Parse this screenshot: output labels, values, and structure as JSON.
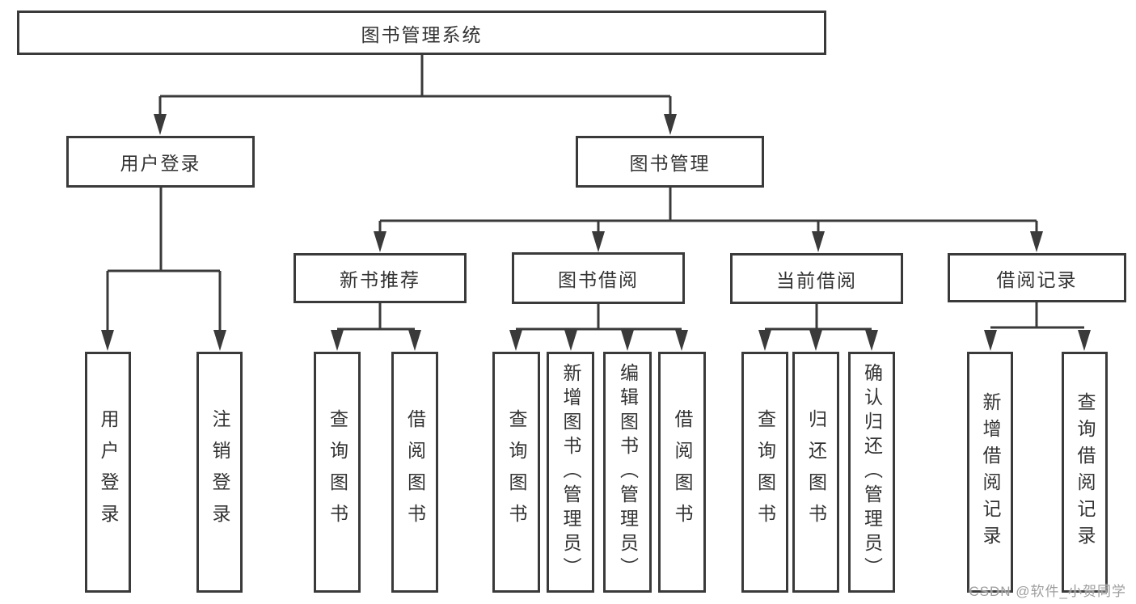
{
  "tree": {
    "label": "图书管理系统",
    "children": [
      {
        "label": "用户登录",
        "children": [
          {
            "label": "用户登录"
          },
          {
            "label": "注销登录"
          }
        ]
      },
      {
        "label": "图书管理",
        "children": [
          {
            "label": "新书推荐",
            "children": [
              {
                "label": "查询图书"
              },
              {
                "label": "借阅图书"
              }
            ]
          },
          {
            "label": "图书借阅",
            "children": [
              {
                "label": "查询图书"
              },
              {
                "label": "新增图书（管理员）"
              },
              {
                "label": "编辑图书（管理员）"
              },
              {
                "label": "借阅图书"
              }
            ]
          },
          {
            "label": "当前借阅",
            "children": [
              {
                "label": "查询图书"
              },
              {
                "label": "归还图书"
              },
              {
                "label": "确认归还（管理员）"
              }
            ]
          },
          {
            "label": "借阅记录",
            "children": [
              {
                "label": "新增借阅记录"
              },
              {
                "label": "查询借阅记录"
              }
            ]
          }
        ]
      }
    ]
  },
  "watermark": {
    "text": "CSDN @软件_小贺同学"
  },
  "colors": {
    "line": "#3a3a3a",
    "text": "#333333",
    "background": "#ffffff",
    "watermark": "#9e9e9e"
  }
}
